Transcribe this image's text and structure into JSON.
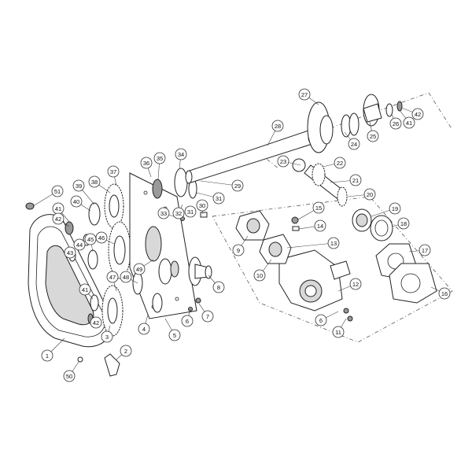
{
  "diagram": {
    "type": "exploded-parts-view",
    "callouts": [
      {
        "id": "c1",
        "label": "1"
      },
      {
        "id": "c2",
        "label": "2"
      },
      {
        "id": "c3",
        "label": "3"
      },
      {
        "id": "c4",
        "label": "4"
      },
      {
        "id": "c5",
        "label": "5"
      },
      {
        "id": "c6a",
        "label": "6"
      },
      {
        "id": "c6b",
        "label": "6"
      },
      {
        "id": "c7",
        "label": "7"
      },
      {
        "id": "c8",
        "label": "8"
      },
      {
        "id": "c9",
        "label": "9"
      },
      {
        "id": "c10",
        "label": "10"
      },
      {
        "id": "c11",
        "label": "11"
      },
      {
        "id": "c12",
        "label": "12"
      },
      {
        "id": "c13",
        "label": "13"
      },
      {
        "id": "c14",
        "label": "14"
      },
      {
        "id": "c15",
        "label": "15"
      },
      {
        "id": "c16",
        "label": "16"
      },
      {
        "id": "c17",
        "label": "17"
      },
      {
        "id": "c18",
        "label": "18"
      },
      {
        "id": "c19",
        "label": "19"
      },
      {
        "id": "c20",
        "label": "20"
      },
      {
        "id": "c21",
        "label": "21"
      },
      {
        "id": "c22",
        "label": "22"
      },
      {
        "id": "c23",
        "label": "23"
      },
      {
        "id": "c24",
        "label": "24"
      },
      {
        "id": "c25",
        "label": "25"
      },
      {
        "id": "c26",
        "label": "26"
      },
      {
        "id": "c27",
        "label": "27"
      },
      {
        "id": "c28",
        "label": "28"
      },
      {
        "id": "c29",
        "label": "29"
      },
      {
        "id": "c30",
        "label": "30"
      },
      {
        "id": "c31a",
        "label": "31"
      },
      {
        "id": "c31b",
        "label": "31"
      },
      {
        "id": "c32",
        "label": "32"
      },
      {
        "id": "c33",
        "label": "33"
      },
      {
        "id": "c34",
        "label": "34"
      },
      {
        "id": "c35",
        "label": "35"
      },
      {
        "id": "c36",
        "label": "36"
      },
      {
        "id": "c37",
        "label": "37"
      },
      {
        "id": "c38",
        "label": "38"
      },
      {
        "id": "c39",
        "label": "39"
      },
      {
        "id": "c40",
        "label": "40"
      },
      {
        "id": "c41a",
        "label": "41"
      },
      {
        "id": "c41b",
        "label": "41"
      },
      {
        "id": "c41c",
        "label": "41"
      },
      {
        "id": "c42a",
        "label": "42"
      },
      {
        "id": "c42b",
        "label": "42"
      },
      {
        "id": "c42c",
        "label": "42"
      },
      {
        "id": "c43",
        "label": "43"
      },
      {
        "id": "c44",
        "label": "44"
      },
      {
        "id": "c45",
        "label": "45"
      },
      {
        "id": "c46",
        "label": "46"
      },
      {
        "id": "c47",
        "label": "47"
      },
      {
        "id": "c48",
        "label": "48"
      },
      {
        "id": "c49",
        "label": "49"
      },
      {
        "id": "c50",
        "label": "50"
      },
      {
        "id": "c51",
        "label": "51"
      }
    ]
  }
}
